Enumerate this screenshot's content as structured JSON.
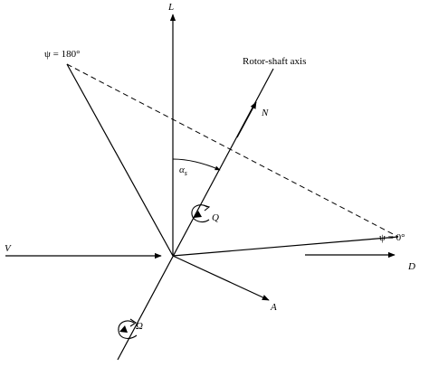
{
  "labels": {
    "L": "L",
    "N": "N",
    "A": "A",
    "D": "D",
    "V": "V",
    "Q": "Q",
    "Omega": "Ω",
    "alpha": "α",
    "alpha_sub": "s",
    "rotor_shaft_axis": "Rotor-shaft axis",
    "psi_180": "ψ = 180°",
    "psi_0": "ψ = 0°"
  },
  "colors": {
    "ink": "#000000",
    "background": "#ffffff"
  }
}
